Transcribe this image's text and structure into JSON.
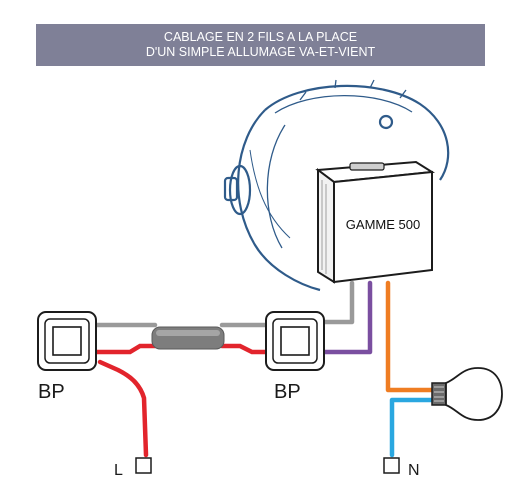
{
  "header": {
    "line1": "CABLAGE EN 2 FILS A LA PLACE",
    "line2": "D'UN SIMPLE ALLUMAGE VA-ET-VIENT"
  },
  "module": {
    "label": "GAMME 500"
  },
  "pushbuttons": [
    {
      "label": "BP"
    },
    {
      "label": "BP"
    }
  ],
  "terminals": {
    "line": "L",
    "neutral": "N"
  },
  "wire_colors": {
    "line": "#e2242c",
    "control": "#7a4fa0",
    "traveler": "#9a9a9a",
    "lamp_phase": "#ef7d22",
    "neutral": "#2aa7e0"
  }
}
